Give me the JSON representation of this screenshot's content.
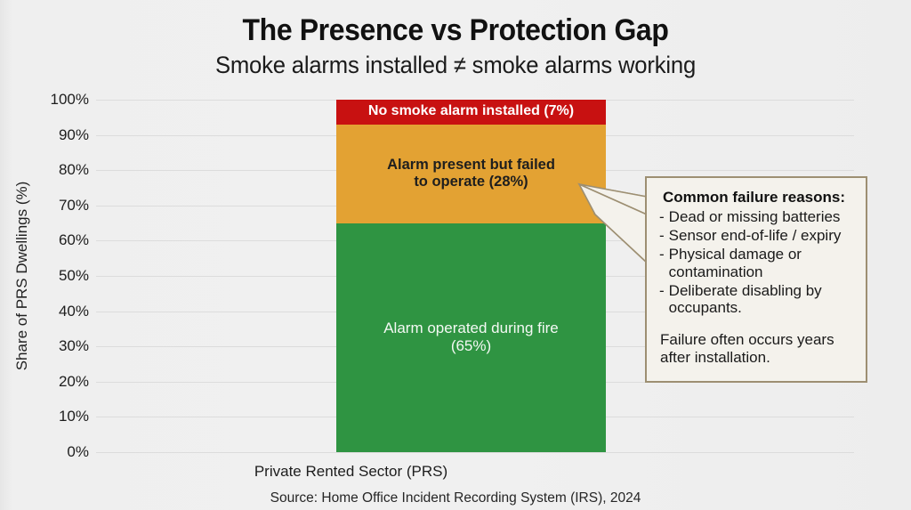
{
  "chart_data": {
    "type": "bar",
    "subtype": "stacked-bar-100",
    "title": "The Presence vs Protection Gap",
    "subtitle": "Smoke alarms installed ≠ smoke alarms working",
    "xlabel": "Private Rented Sector (PRS)",
    "ylabel": "Share of PRS Dwellings (%)",
    "categories": [
      "Private Rented Sector (PRS)"
    ],
    "ylim": [
      0,
      100
    ],
    "ytick_labels": [
      "100%",
      "90%",
      "80%",
      "70%",
      "60%",
      "50%",
      "40%",
      "30%",
      "20%",
      "10%",
      "0%"
    ],
    "ytick_values": [
      100,
      90,
      80,
      70,
      60,
      50,
      40,
      30,
      20,
      10,
      0
    ],
    "grid": true,
    "legend": "none",
    "series": [
      {
        "name": "Alarm operated during fire",
        "label": "Alarm operated during fire\n(65%)",
        "value": 65,
        "color": "#2f9442",
        "range": [
          0,
          65
        ]
      },
      {
        "name": "Alarm present but failed to operate",
        "label": "Alarm present but failed\nto operate (28%)",
        "value": 28,
        "color": "#e3a233",
        "range": [
          65,
          93
        ]
      },
      {
        "name": "No smoke alarm installed",
        "label": "No smoke alarm installed (7%)",
        "value": 7,
        "color": "#c81111",
        "range": [
          93,
          100
        ]
      }
    ],
    "source": "Source: Home Office Incident Recording System (IRS), 2024"
  },
  "callout": {
    "heading": "Common failure reasons:",
    "dash": "-",
    "items": [
      "Dead or missing batteries",
      "Sensor end-of-life / expiry",
      "Physical damage or contamination",
      "Deliberate disabling by occupants."
    ],
    "note": "Failure often occurs years after installation.",
    "border_color": "#9d8f72",
    "fill_color": "#f4f2ec"
  },
  "background_color": "#efefef"
}
